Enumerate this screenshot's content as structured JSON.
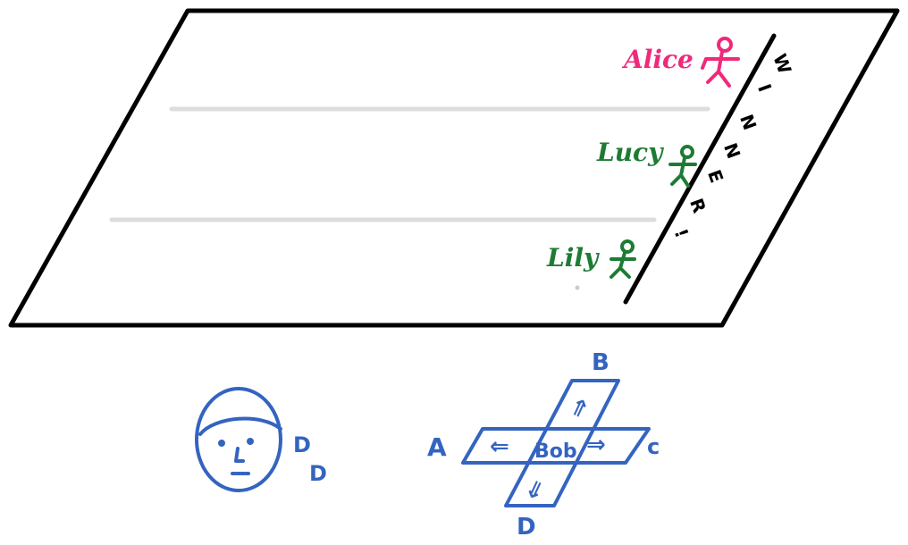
{
  "colors": {
    "outline": "#000000",
    "lane": "#dddddd",
    "alice": "#ee2a7b",
    "green": "#1e7b34",
    "blue": "#3464c0"
  },
  "runners": {
    "alice": {
      "name": "Alice",
      "color": "#ee2a7b"
    },
    "lucy": {
      "name": "Lucy",
      "color": "#1e7b34"
    },
    "lily": {
      "name": "Lily",
      "color": "#1e7b34"
    }
  },
  "finish_line": {
    "letters": [
      "W",
      "I",
      "N",
      "N",
      "E",
      "R",
      "!"
    ]
  },
  "face": {
    "marks": [
      "D",
      "D"
    ]
  },
  "dpad": {
    "center_label": "Bob",
    "up_label": "B",
    "left_label": "A",
    "right_label": "c",
    "down_label": "D",
    "up_arrow": "⇑",
    "left_arrow": "⇐",
    "right_arrow": "⇒",
    "down_arrow": "⇓"
  }
}
